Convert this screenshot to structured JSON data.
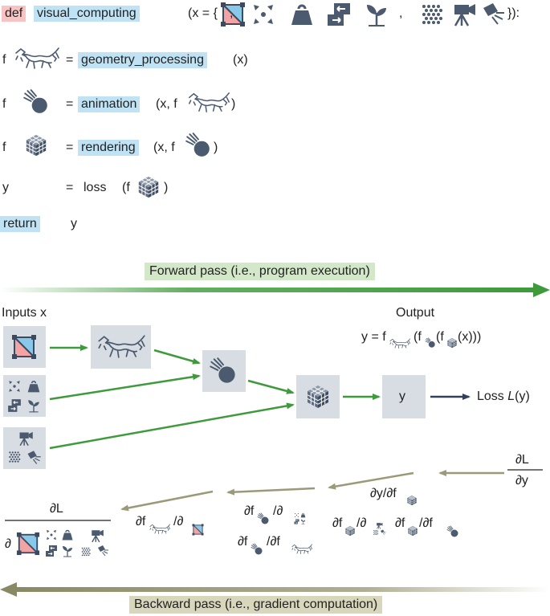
{
  "code": {
    "def_kw": "def",
    "func_name": "visual_computing",
    "signature_open": "(x = {",
    "comma": ",",
    "signature_close": "}):",
    "f": "f",
    "eq": "=",
    "y": "y",
    "geometry_processing": "geometry_processing",
    "geo_args": "(x)",
    "animation": "animation",
    "anim_args_open": "(x, f",
    "close_paren": ")",
    "rendering": "rendering",
    "render_args_open": "(x, f",
    "loss": "loss",
    "loss_args_open": "(f",
    "return_kw": "return",
    "return_val": "y"
  },
  "forward": {
    "label": "Forward pass (i.e., program execution)",
    "inputs_label": "Inputs x",
    "output_label": "Output",
    "output_expr_y": "y = f",
    "output_expr_mid": "(f",
    "output_expr_inner": "(f",
    "output_expr_end": "(x)))",
    "y_node": "y",
    "loss_label": "Loss",
    "loss_L": "L",
    "loss_arg": "(y)"
  },
  "backward": {
    "label": "Backward pass (i.e., gradient computation)",
    "dL": "∂L",
    "dy": "∂y",
    "dy_df": "∂y/∂f",
    "df": "∂f",
    "slash_d": "/∂",
    "slash_df": "/∂f",
    "d": "∂"
  },
  "colors": {
    "forward_arrow": "#3e9a3b",
    "backward_arrow": "#9b9a78",
    "node_bg": "#d8dde3",
    "icon": "#4b5a6e",
    "highlight_blue": "#bfe3f4",
    "highlight_red": "#f7c3c3",
    "forward_bar": "#d3e8c9",
    "backward_bar": "#d8d6bb"
  },
  "icons": [
    "mesh-quad-icon",
    "particles-icon",
    "weight-icon",
    "swap-icon",
    "plant-icon",
    "dot-pattern-icon",
    "camera-icon",
    "light-icon",
    "dragon-icon",
    "comet-ball-icon",
    "rubik-cube-icon"
  ]
}
